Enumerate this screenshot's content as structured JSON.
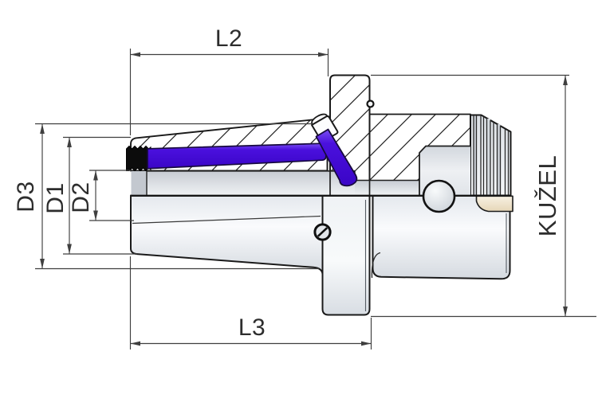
{
  "labels": {
    "l2": "L2",
    "l3": "L3",
    "d3": "D3",
    "d1": "D1",
    "d2": "D2",
    "kuzel": "KUŽEL"
  },
  "colors": {
    "highlight_light": "#7a4ff2",
    "highlight": "#4a10dd",
    "highlight_dark": "#3a05c6",
    "beige_light": "#f7f1e3",
    "beige": "#e6d6b7",
    "dimension": "#3f3f3f",
    "label": "#2d2d2d",
    "outline": "#1a1a1a"
  }
}
